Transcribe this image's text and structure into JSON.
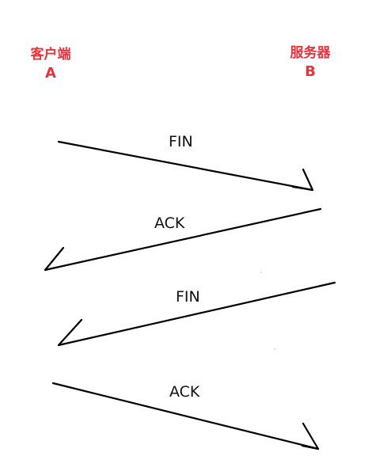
{
  "parties": {
    "client": {
      "name": "客户端",
      "letter": "A"
    },
    "server": {
      "name": "服务器",
      "letter": "B"
    }
  },
  "messages": [
    {
      "label": "FIN",
      "from": "A",
      "to": "B"
    },
    {
      "label": "ACK",
      "from": "B",
      "to": "A"
    },
    {
      "label": "FIN",
      "from": "B",
      "to": "A"
    },
    {
      "label": "ACK",
      "from": "A",
      "to": "B"
    }
  ],
  "colors": {
    "party_label": "#e8323c",
    "line": "#000000"
  }
}
